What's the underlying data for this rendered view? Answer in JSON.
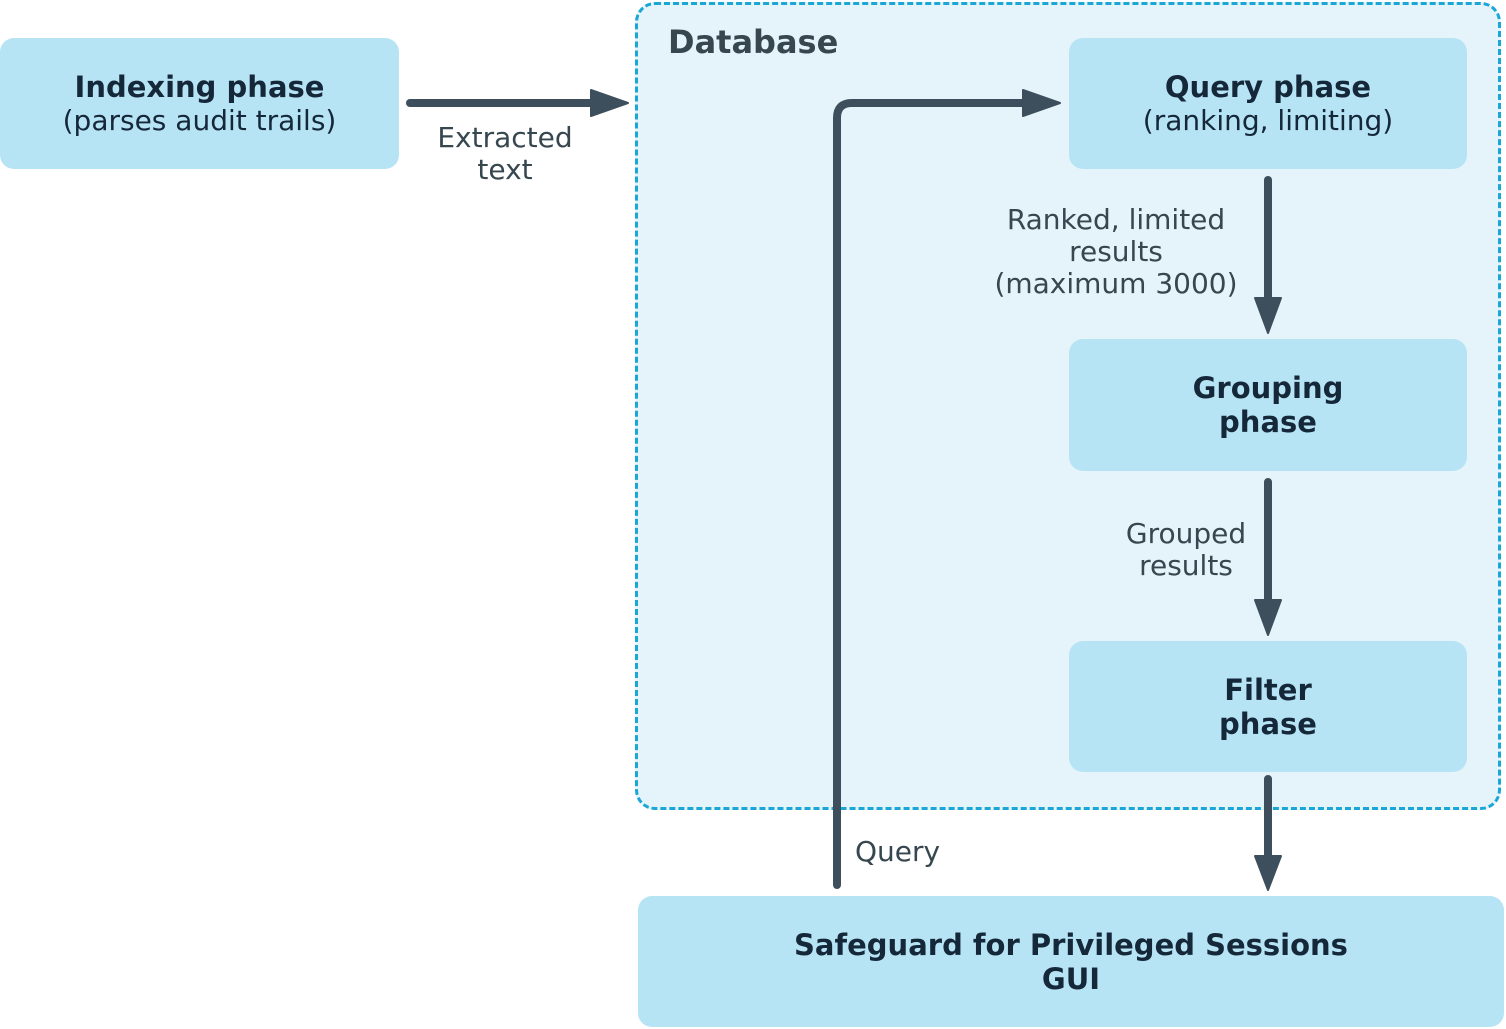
{
  "indexing_phase": {
    "title": "Indexing phase",
    "subtitle": "(parses audit trails)"
  },
  "extracted_text_label": {
    "line1": "Extracted",
    "line2": "text"
  },
  "database": {
    "title": "Database"
  },
  "query_phase": {
    "title": "Query phase",
    "subtitle": "(ranking, limiting)"
  },
  "ranked_results_label": {
    "line1": "Ranked, limited",
    "line2": "results",
    "line3": "(maximum 3000)"
  },
  "grouping_phase": {
    "line1": "Grouping",
    "line2": "phase"
  },
  "grouped_results_label": {
    "line1": "Grouped",
    "line2": "results"
  },
  "filter_phase": {
    "line1": "Filter",
    "line2": "phase"
  },
  "query_label": "Query",
  "gui_box": {
    "line1": "Safeguard for Privileged Sessions",
    "line2": "GUI"
  },
  "colors": {
    "box_fill": "#b7e4f4",
    "database_fill": "#e4f4fa",
    "database_border": "#1aa6d6",
    "arrow": "#3d4f5c",
    "text_dark": "#15283a",
    "text_label": "#37474f"
  }
}
